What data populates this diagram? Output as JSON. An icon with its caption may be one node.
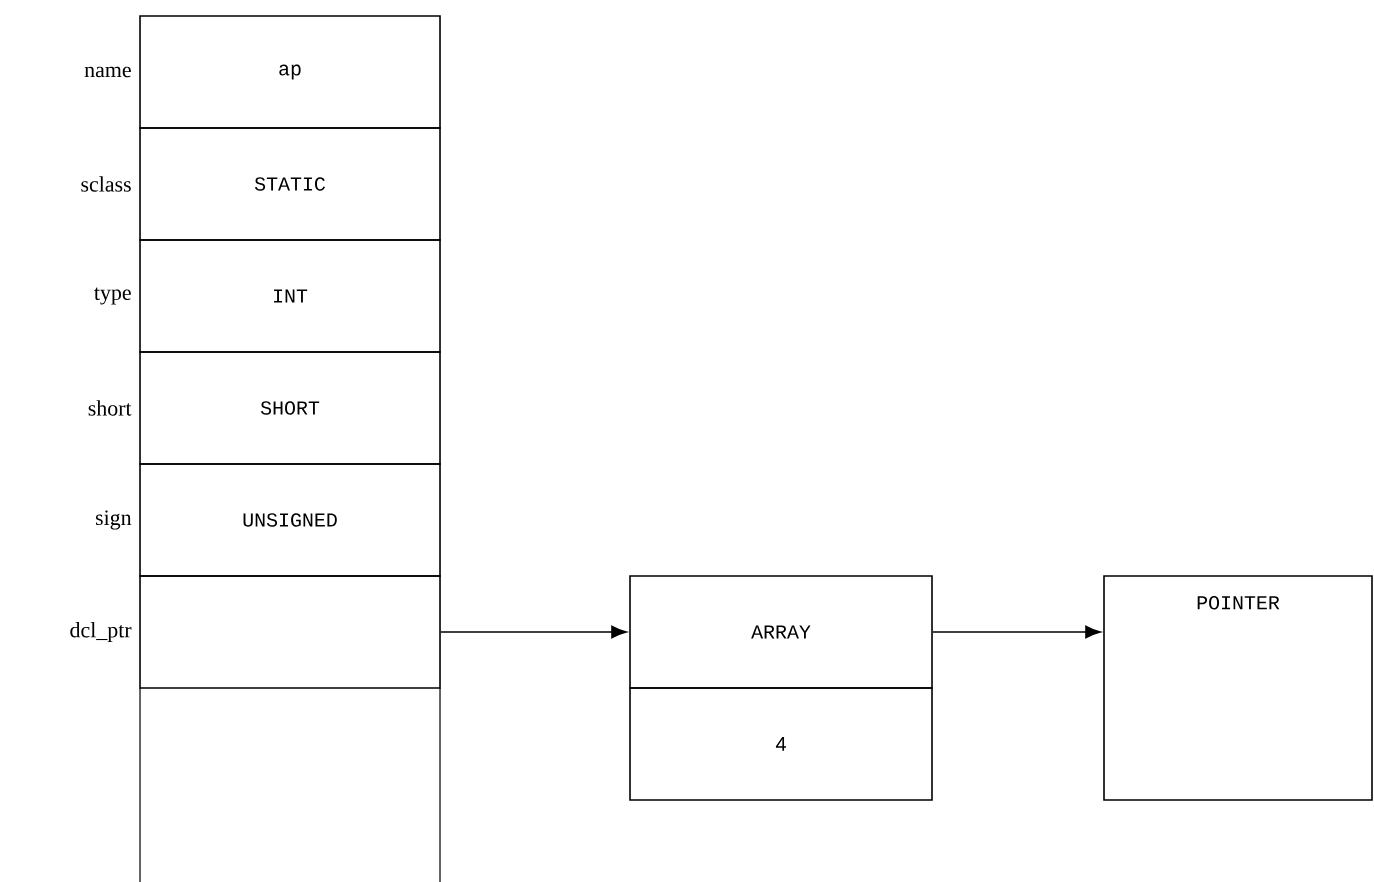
{
  "diagram": {
    "nodes": [
      {
        "text": [
          "ap"
        ],
        "beside": [
          "name"
        ]
      },
      {
        "text": [
          "STATIC"
        ],
        "beside": [
          "sclass"
        ]
      },
      {
        "text": [
          "INT"
        ],
        "beside": [
          "type"
        ]
      },
      {
        "text": [
          "SHORT"
        ],
        "beside": [
          "short"
        ]
      },
      {
        "text": [
          "UNSIGNED"
        ],
        "beside": [
          "sign"
        ]
      },
      {
        "text": [],
        "shape": "box",
        "beside": [
          "dcl_ptr"
        ]
      },
      {
        "text": [
          "ARRAY"
        ]
      },
      {
        "text": [
          "4"
        ]
      },
      {
        "text": [
          "POINTER"
        ]
      }
    ],
    "edges": [
      {
        "from": 5,
        "to": 6,
        "arrow": "to"
      },
      {
        "from": 6,
        "to": 8,
        "arrow": "to"
      }
    ]
  }
}
